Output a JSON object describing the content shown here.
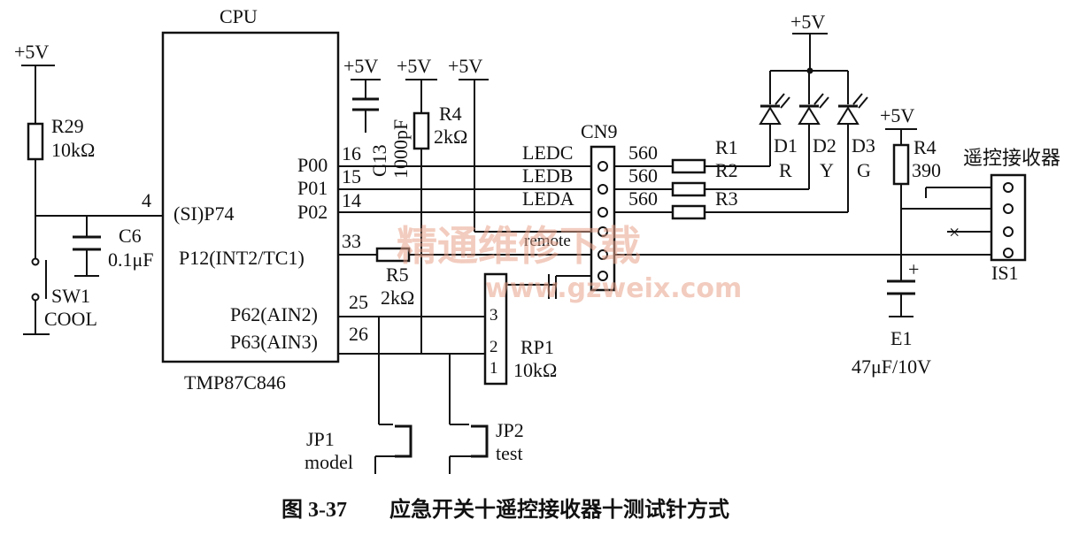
{
  "chip": {
    "name": "CPU",
    "part": "TMP87C846"
  },
  "pins": {
    "p74": "(SI)P74",
    "p74_num": "4",
    "p00": "P00",
    "p00_num": "16",
    "p01": "P01",
    "p01_num": "15",
    "p02": "P02",
    "p02_num": "14",
    "p12": "P12(INT2/TC1)",
    "p12_num": "33",
    "p62": "P62(AIN2)",
    "p62_num": "25",
    "p63": "P63(AIN3)",
    "p63_num": "26"
  },
  "power": {
    "sw1_vcc": "+5V",
    "c13_vcc": "+5V",
    "r4a_vcc": "+5V",
    "remote_vcc": "+5V",
    "led_vcc": "+5V",
    "rx_vcc": "+5V"
  },
  "parts": {
    "r29_name": "R29",
    "r29_value": "10kΩ",
    "c6_name": "C6",
    "c6_value": "0.1μF",
    "sw1_name": "SW1",
    "sw1_label": "COOL",
    "c13_name": "C13",
    "c13_value": "1000pF",
    "r4a_name": "R4",
    "r4a_value": "2kΩ",
    "r5_name": "R5",
    "r5_value": "2kΩ",
    "rp1_name": "RP1",
    "rp1_value": "10kΩ",
    "rp1_pin3": "3",
    "rp1_pin2": "2",
    "rp1_pin1": "1",
    "jp1_name": "JP1",
    "jp1_label": "model",
    "jp2_name": "JP2",
    "jp2_label": "test",
    "r1_value": "560",
    "r2_value": "560",
    "r3_value": "560",
    "r1_name": "R1",
    "r2_name": "R2",
    "r3_name": "R3",
    "d1_name": "D1",
    "d1_color": "R",
    "d2_name": "D2",
    "d2_color": "Y",
    "d3_name": "D3",
    "d3_color": "G",
    "r4b_name": "R4",
    "r4b_value": "390",
    "e1_name": "E1",
    "e1_value": "47μF/10V",
    "e1_plus": "+",
    "receiver_label": "遥控接收器",
    "is1_name": "IS1",
    "unused_mark": "×"
  },
  "connector": {
    "name": "CN9",
    "signals": [
      "LEDC",
      "LEDB",
      "LEDA",
      "remote"
    ]
  },
  "watermark": {
    "text": "精通维修下载",
    "url": "www.gzweix.com"
  },
  "caption": {
    "figure": "图 3-37",
    "title": "应急开关十遥控接收器十测试针方式"
  }
}
